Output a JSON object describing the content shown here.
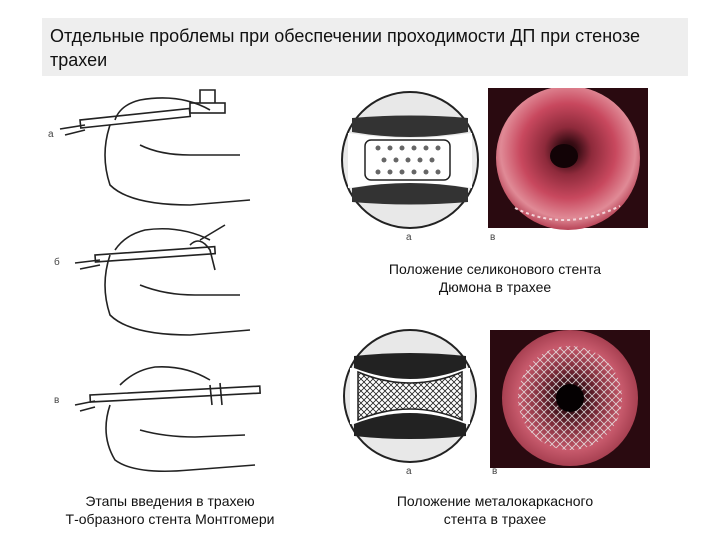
{
  "slide": {
    "title": "Отдельные проблемы при обеспечении проходимости ДП при стенозе трахеи"
  },
  "left_figure": {
    "labels": [
      "а",
      "б",
      "в"
    ],
    "caption_line1": "Этапы введения в трахею",
    "caption_line2": "Т-образного стента Монтгомери"
  },
  "top_right_figure": {
    "labels": [
      "а",
      "в"
    ],
    "caption_line1": "Положение селиконового стента",
    "caption_line2": "Дюмона в трахее"
  },
  "bottom_right_figure": {
    "labels": [
      "а",
      "в"
    ],
    "caption_line1": "Положение металокаркасного",
    "caption_line2": "стента в трахее"
  },
  "colors": {
    "title_bg": "#eeeeee",
    "endoscopy_red": "#c8485e",
    "endoscopy_dark": "#2a0d12"
  }
}
